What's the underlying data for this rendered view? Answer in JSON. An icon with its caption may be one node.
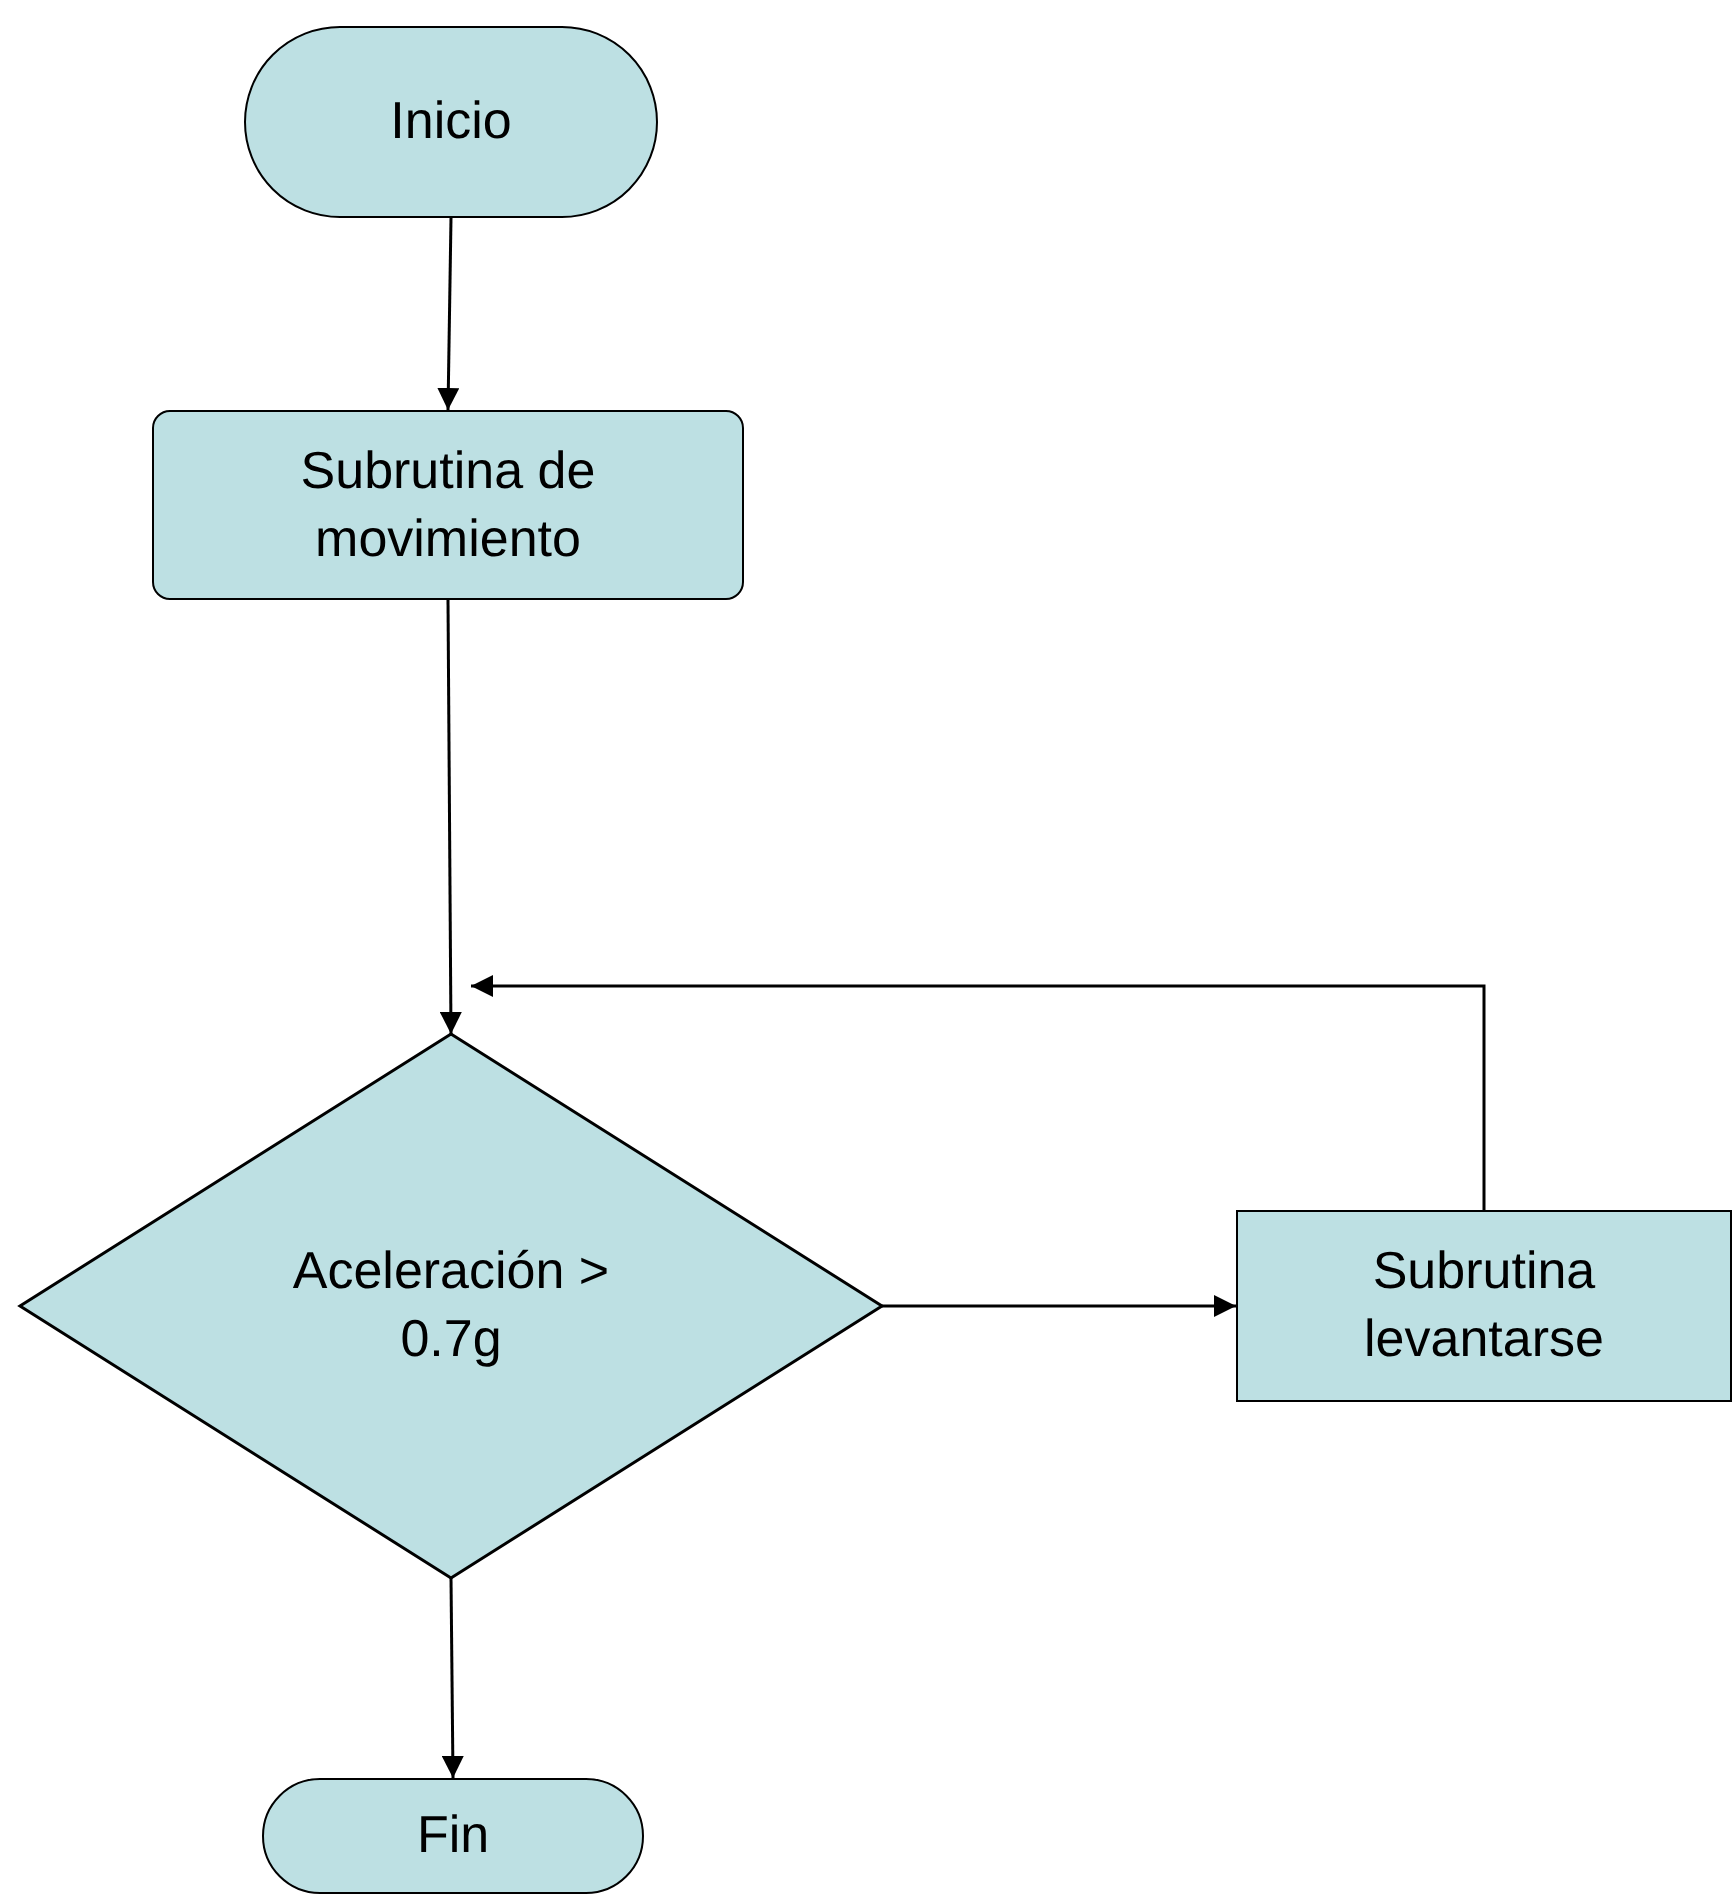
{
  "diagram": {
    "nodes": [
      {
        "text": [
          "Inicio"
        ]
      },
      {
        "text": [
          "Subrutina de movimiento"
        ]
      },
      {
        "text": [
          "Aceleración > 0.7g"
        ]
      },
      {
        "text": [
          "Subrutina levantarse"
        ]
      },
      {
        "text": [
          "Fin"
        ]
      }
    ],
    "edges": [
      {
        "from": 0,
        "to": 1,
        "arrow": "to"
      },
      {
        "from": 1,
        "to": 2,
        "arrow": "to"
      },
      {
        "from": 2,
        "to": 3,
        "arrow": "to"
      },
      {
        "from": 3,
        "to": 2,
        "arrow": "to"
      },
      {
        "from": 2,
        "to": 4,
        "arrow": "to"
      }
    ]
  }
}
